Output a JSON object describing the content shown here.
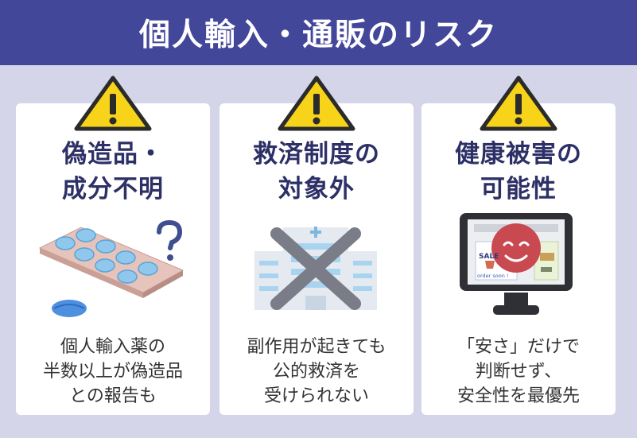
{
  "header": {
    "title": "個人輸入・通販のリスク"
  },
  "cards": [
    {
      "title_lines": [
        "偽造品・",
        "成分不明"
      ],
      "desc_lines": [
        "個人輸入薬の",
        "半数以上が偽造品",
        "との報告も"
      ]
    },
    {
      "title_lines": [
        "救済制度の",
        "対象外"
      ],
      "desc_lines": [
        "副作用が起きても",
        "公的救済を",
        "受けられない"
      ]
    },
    {
      "title_lines": [
        "健康被害の",
        "可能性"
      ],
      "desc_lines": [
        "「安さ」だけで",
        "判断せず、",
        "安全性を最優先"
      ],
      "screen": {
        "sale_label": "SALE",
        "order_label": "order soon !"
      }
    }
  ],
  "colors": {
    "header_bg": "#43479a",
    "background": "#d4d5e8",
    "warning": "#f7d31a",
    "title": "#2d3066"
  },
  "icons": [
    "warning-icon",
    "pill-blister-icon",
    "question-mark-icon",
    "hospital-icon",
    "cross-mark-icon",
    "smiling-monitor-icon"
  ]
}
